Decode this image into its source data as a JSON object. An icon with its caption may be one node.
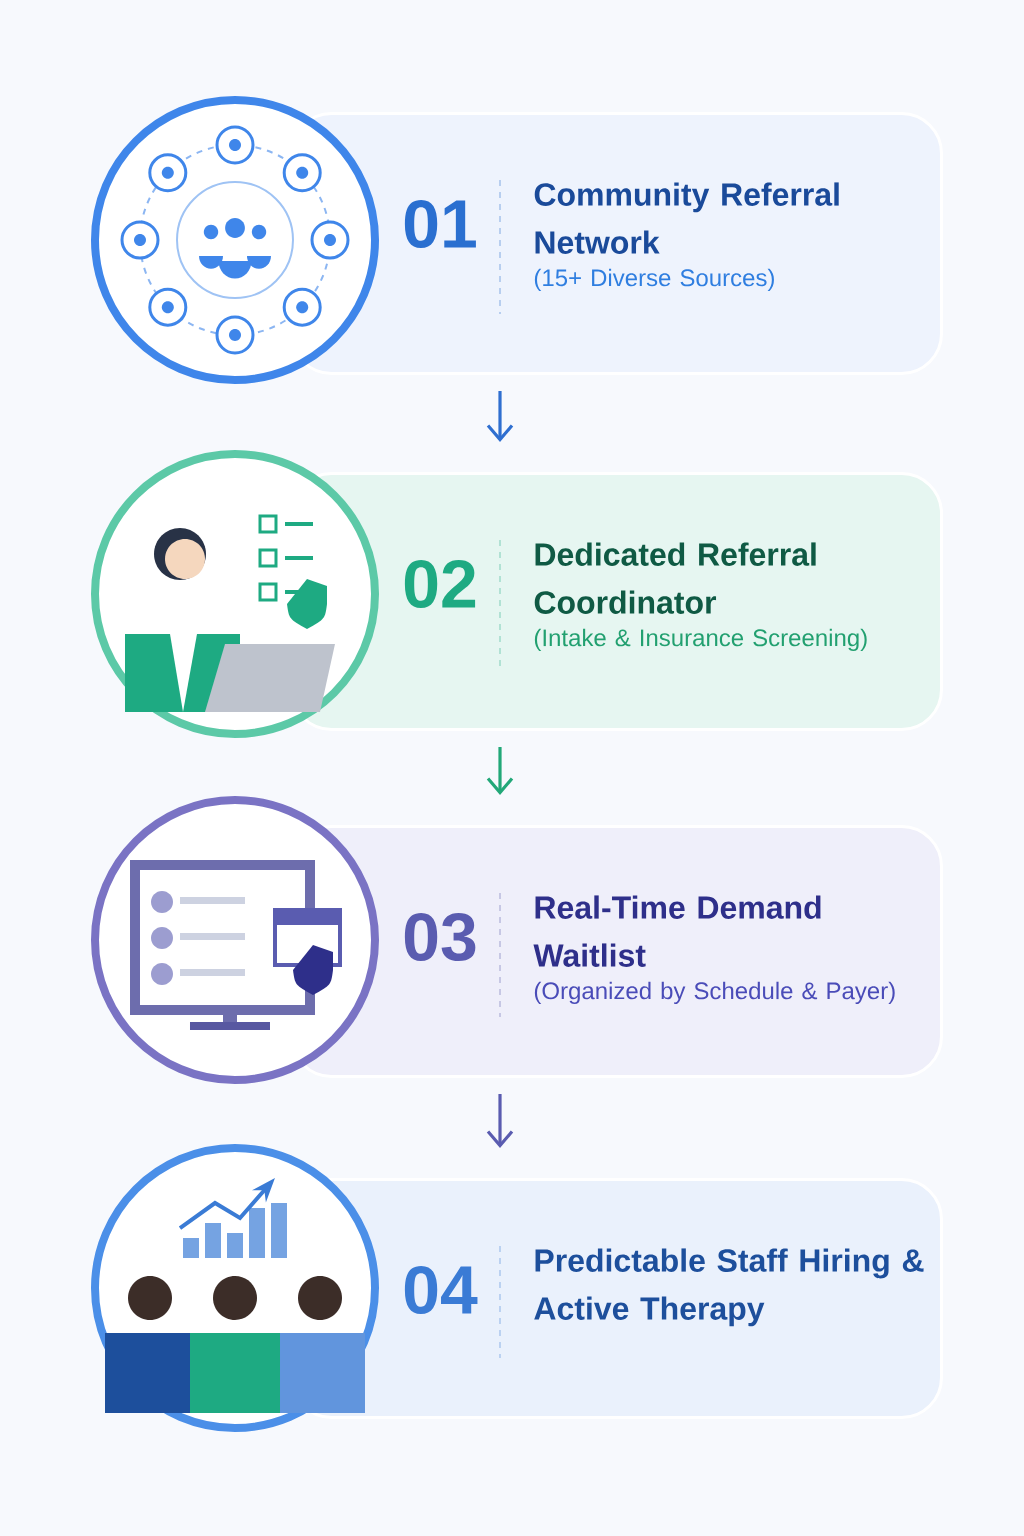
{
  "diagram": {
    "nodes": [
      {
        "text": [
          "01",
          "Community Referral Network",
          "(15+ Diverse Sources)"
        ]
      },
      {
        "text": [
          "02",
          "Dedicated Referral Coordinator",
          "(Intake & Insurance Screening)"
        ]
      },
      {
        "text": [
          "03",
          "Real-Time Demand Waitlist",
          "(Organized by Schedule & Payer)"
        ]
      },
      {
        "text": [
          "04",
          "Predictable Staff Hiring & Active Therapy"
        ]
      }
    ],
    "edges": [
      {
        "from": 0,
        "to": 1,
        "arrow": "to",
        "color": "#2f6fd0"
      },
      {
        "from": 1,
        "to": 2,
        "arrow": "to",
        "color": "#22a878"
      },
      {
        "from": 2,
        "to": 3,
        "arrow": "to",
        "color": "#5a5cb0"
      }
    ]
  }
}
